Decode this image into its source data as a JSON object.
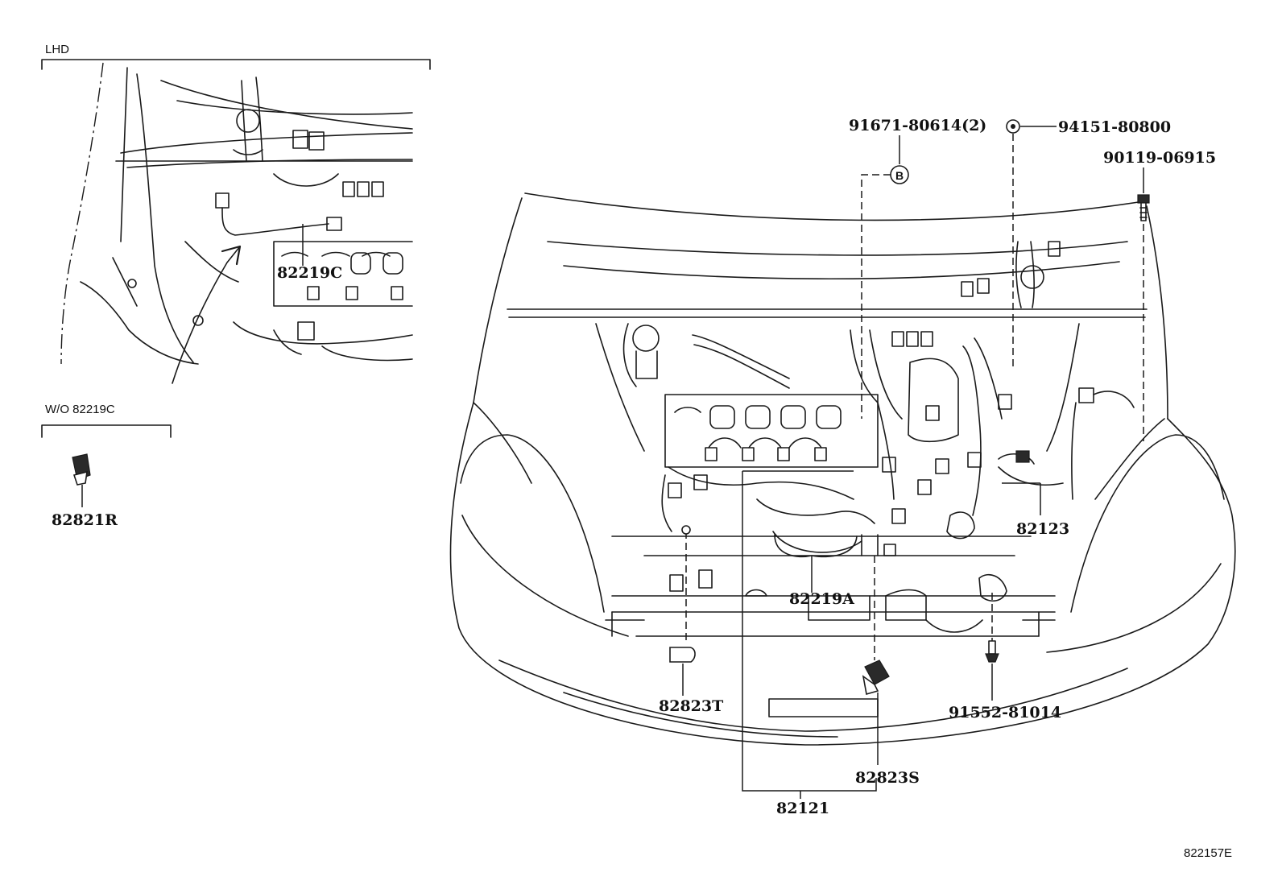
{
  "insets": {
    "lhd": {
      "title": "LHD"
    },
    "wo": {
      "title": "W/O 82219C"
    }
  },
  "callouts": {
    "c82219c": "82219C",
    "c82821r": "82821R",
    "c91671": "91671-80614(2)",
    "c94151": "94151-80800",
    "c90119": "90119-06915",
    "c82123": "82123",
    "c82219a": "82219A",
    "c82823t": "82823T",
    "c91552": "91552-81014",
    "c82823s": "82823S",
    "c82121": "82121",
    "circle_b": "B"
  },
  "figure_id": "822157E"
}
